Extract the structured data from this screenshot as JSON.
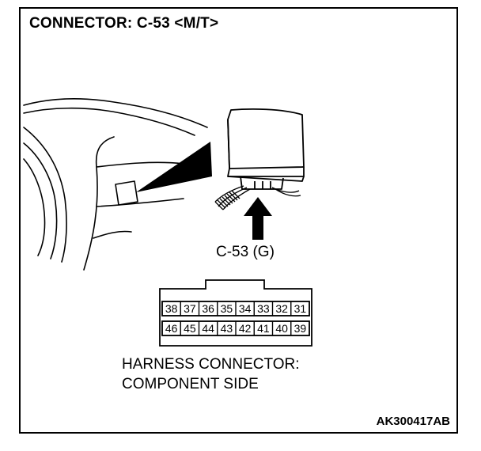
{
  "title": "CONNECTOR: C-53 <M/T>",
  "connector_label": "C-53 (G)",
  "harness": {
    "line1": "HARNESS CONNECTOR:",
    "line2": "COMPONENT SIDE"
  },
  "code": "AK300417AB",
  "pins": {
    "top_row": [
      "38",
      "37",
      "36",
      "35",
      "34",
      "33",
      "32",
      "31"
    ],
    "bottom_row": [
      "46",
      "45",
      "44",
      "43",
      "42",
      "41",
      "40",
      "39"
    ]
  }
}
